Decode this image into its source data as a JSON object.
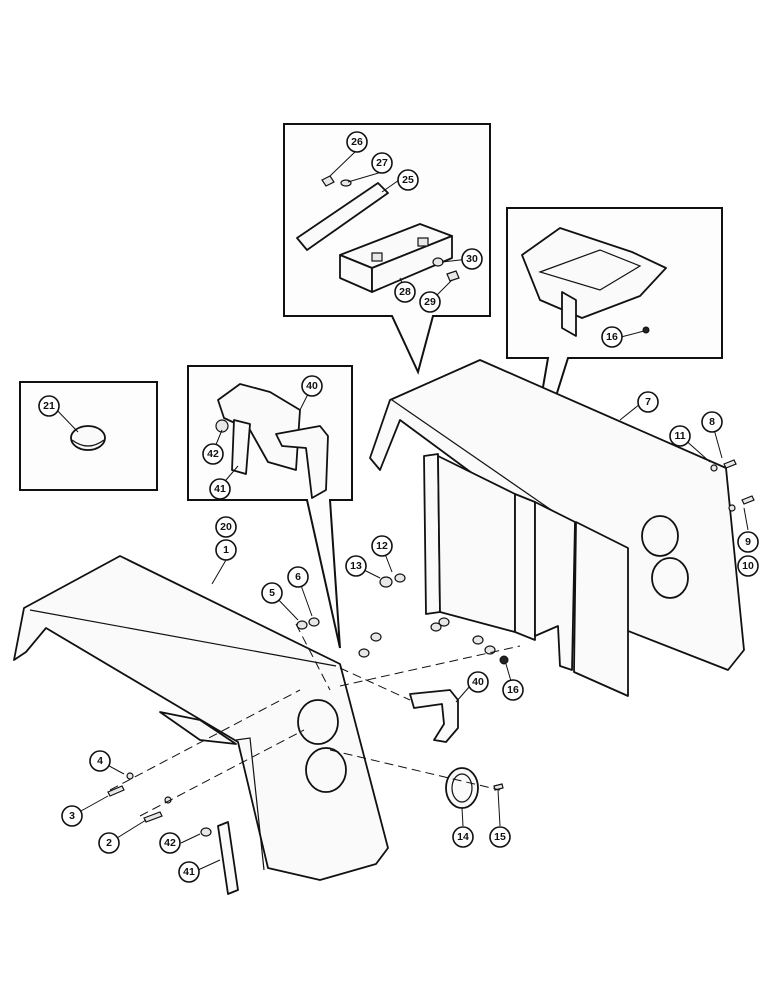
{
  "callouts": {
    "c1": "1",
    "c2": "2",
    "c3": "3",
    "c4": "4",
    "c5": "5",
    "c6": "6",
    "c7": "7",
    "c8": "8",
    "c9": "9",
    "c10": "10",
    "c11": "11",
    "c12": "12",
    "c13": "13",
    "c14": "14",
    "c15": "15",
    "c16a": "16",
    "c16b": "16",
    "c20": "20",
    "c21": "21",
    "c25": "25",
    "c26": "26",
    "c27": "27",
    "c28": "28",
    "c29": "29",
    "c30": "30",
    "c40a": "40",
    "c40b": "40",
    "c41a": "41",
    "c41b": "41",
    "c42a": "42",
    "c42b": "42"
  }
}
